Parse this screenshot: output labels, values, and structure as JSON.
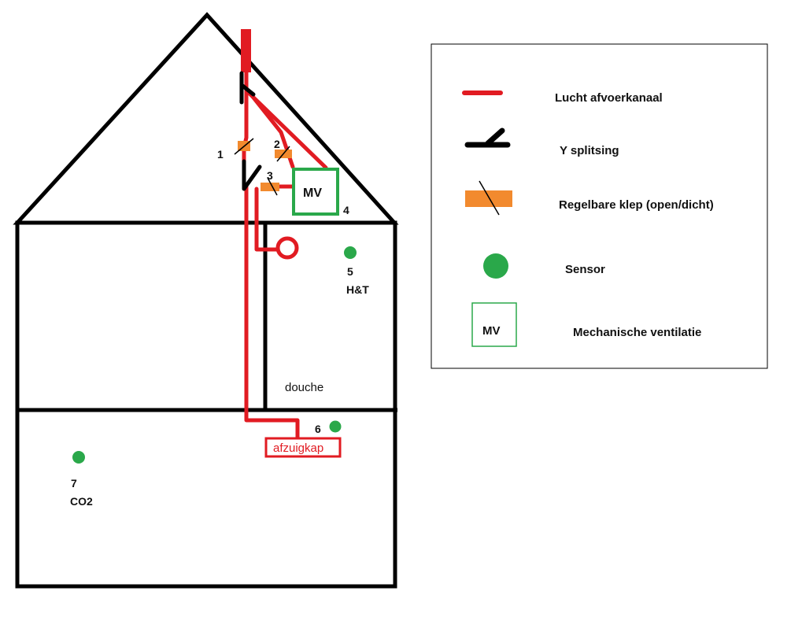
{
  "colors": {
    "duct": "#e11b22",
    "wall": "#000000",
    "valve": "#f28a2e",
    "sensor": "#2aa84a",
    "mv_box": "#2aa84a"
  },
  "house": {
    "valve_1": "1",
    "valve_2": "2",
    "valve_3": "3",
    "mv_label": "MV",
    "mv_number": "4",
    "sensor_5_number": "5",
    "sensor_5_label": "H&T",
    "shower_label": "douche",
    "sensor_6_number": "6",
    "hood_label": "afzuigkap",
    "sensor_7_number": "7",
    "sensor_7_label": "CO2"
  },
  "legend": {
    "items": [
      {
        "icon": "red-duct-line",
        "label": "Lucht afvoerkanaal"
      },
      {
        "icon": "y-split-icon",
        "label": "Y splitsing"
      },
      {
        "icon": "valve-icon",
        "label": "Regelbare klep (open/dicht)"
      },
      {
        "icon": "sensor-dot-icon",
        "label": "Sensor"
      },
      {
        "icon": "mv-box-icon",
        "label": "Mechanische ventilatie",
        "box_text": "MV"
      }
    ]
  }
}
